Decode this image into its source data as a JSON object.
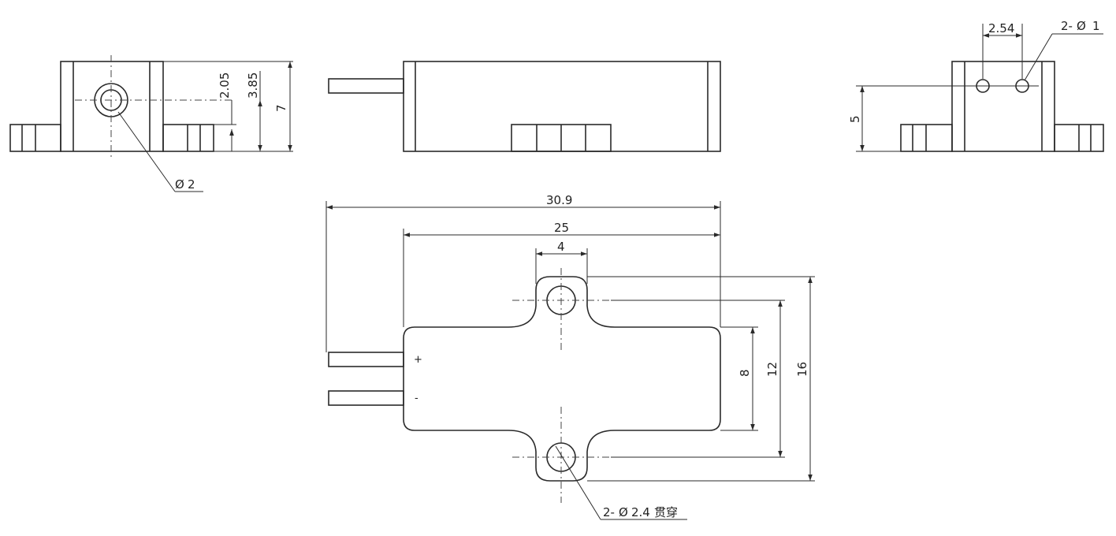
{
  "drawing": {
    "front_view": {
      "dims": {
        "d1": "2.05",
        "d2": "3.85",
        "d3": "7"
      },
      "hole_callout": {
        "symbol": "Ø",
        "value": "2"
      }
    },
    "top_right_view": {
      "dims": {
        "pitch": "2.54",
        "height": "5"
      },
      "pin_callout": {
        "prefix": "2-",
        "symbol": "Ø",
        "value": "1"
      }
    },
    "plan_view": {
      "dims": {
        "overall": "30.9",
        "body": "25",
        "lug": "4",
        "body_width": "8",
        "hole_pitch": "12",
        "overall_width": "16"
      },
      "terminals": {
        "plus": "+",
        "minus": "-"
      },
      "hole_callout": {
        "prefix": "2-",
        "symbol": "Ø",
        "value": "2.4",
        "note": "贯穿"
      }
    }
  }
}
